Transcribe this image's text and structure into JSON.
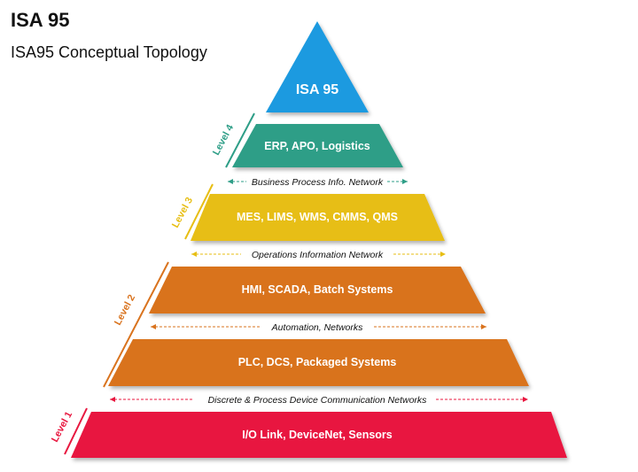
{
  "title": "ISA 95",
  "subtitle": "ISA95 Conceptual Topology",
  "apex": {
    "label": "ISA 95",
    "color": "#1a9ae0"
  },
  "tiers": [
    {
      "label": "ERP, APO, Logistics",
      "color": "#2e9e87"
    },
    {
      "label": "MES, LIMS, WMS, CMMS, QMS",
      "color": "#e7be13"
    },
    {
      "label": "HMI, SCADA, Batch Systems",
      "color": "#d9731e"
    },
    {
      "label": "PLC, DCS, Packaged Systems",
      "color": "#d9731e"
    },
    {
      "label": "I/O Link, DeviceNet, Sensors",
      "color": "#e8173f"
    }
  ],
  "networks": [
    {
      "label": "Business Process Info. Network",
      "color": "#2e9e87"
    },
    {
      "label": "Operations Information Network",
      "color": "#e7be13"
    },
    {
      "label": "Automation, Networks",
      "color": "#d9731e"
    },
    {
      "label": "Discrete & Process Device Communication Networks",
      "color": "#e8173f"
    }
  ],
  "levels": [
    {
      "label": "Level 4",
      "color": "#2e9e87"
    },
    {
      "label": "Level 3",
      "color": "#e7be13"
    },
    {
      "label": "Level 2",
      "color": "#d9731e"
    },
    {
      "label": "Level 1",
      "color": "#e8173f"
    }
  ]
}
